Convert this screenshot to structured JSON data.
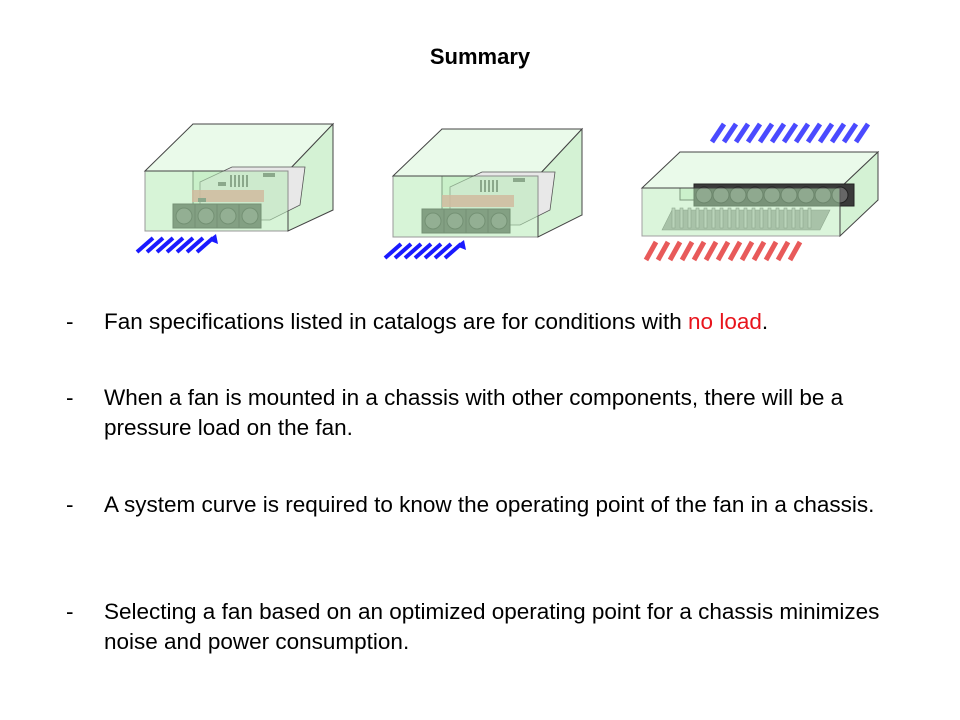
{
  "title": "Summary",
  "illustrations": [
    {
      "name": "chassis-front-fans-intake",
      "description": "Green chassis box with board and 4 fans, blue intake arrows at bottom-left"
    },
    {
      "name": "chassis-front-fans-intake-2",
      "description": "Green chassis box with board and 4 fans, blue intake arrows at bottom-left"
    },
    {
      "name": "chassis-top-fans-heatsink",
      "description": "Green chassis with row of fans over heatsink, blue arrows in top, red arrows out bottom"
    }
  ],
  "colors": {
    "chassis_fill": "#c8efc8",
    "chassis_stroke": "#333333",
    "intake_arrow": "#1a1aff",
    "exhaust_arrow": "#e85a5a",
    "highlight_red": "#e8141c"
  },
  "bullets": [
    {
      "dash": "-",
      "text": "Fan specifications listed in catalogs are for conditions with ",
      "highlight": "no load",
      "tail": "."
    },
    {
      "dash": "-",
      "text": "When a fan is mounted in a chassis with other components, there will be a pressure load on the fan."
    },
    {
      "dash": "-",
      "text": "A system curve is required to know the operating point of the fan in a chassis."
    },
    {
      "dash": "-",
      "text": "Selecting a fan based on an optimized operating point for a chassis minimizes noise and power consumption."
    }
  ]
}
